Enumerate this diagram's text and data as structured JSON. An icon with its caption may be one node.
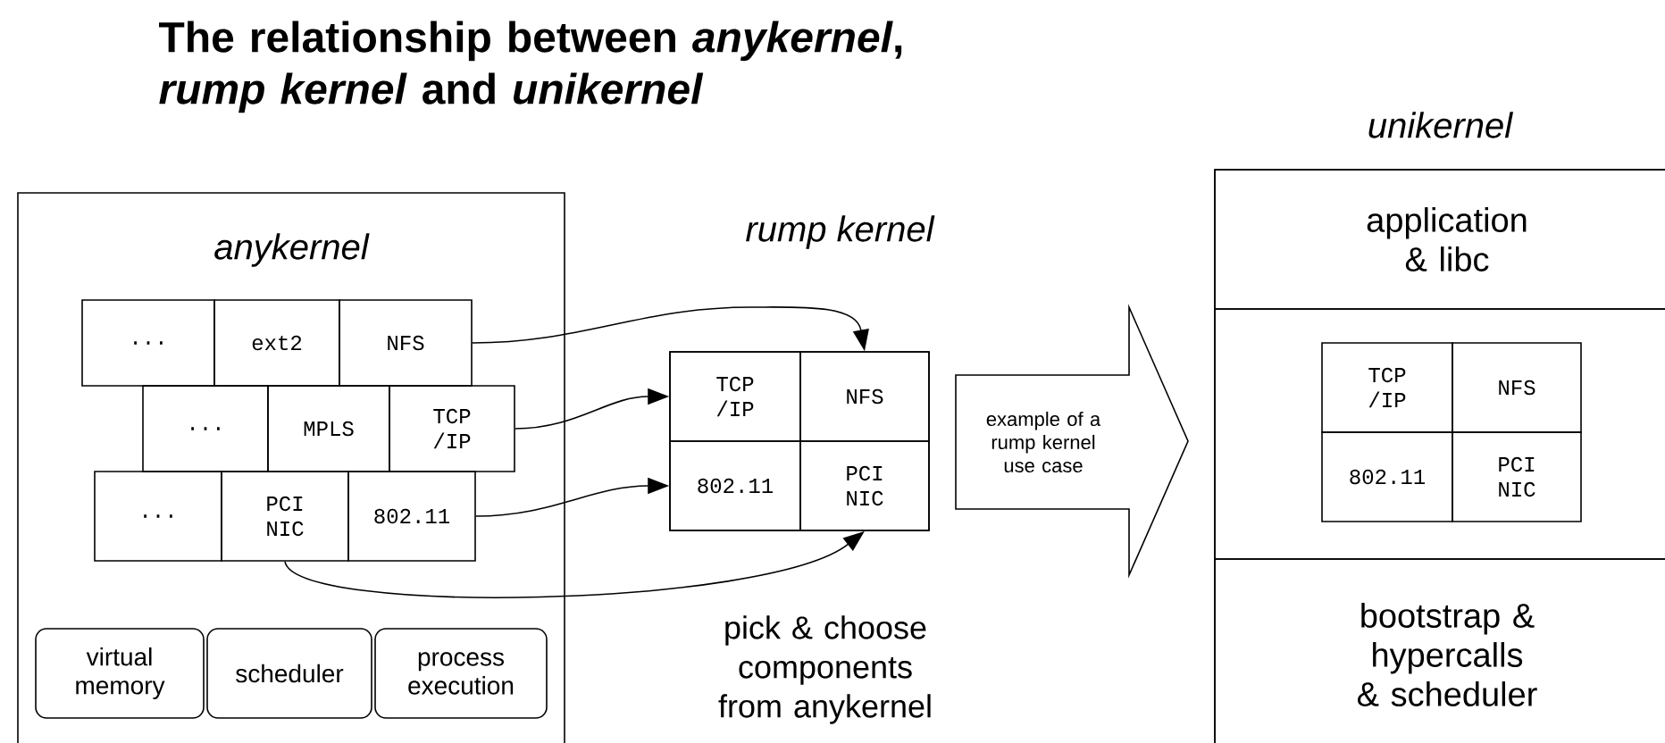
{
  "diagram": {
    "title": "The relationship between *anykernel*, *rump kernel* and *unikernel*",
    "nodes": [
      {
        "text": [
          "anykernel"
        ]
      },
      {
        "text": [
          "..."
        ],
        "in": 0
      },
      {
        "text": [
          "ext2"
        ],
        "in": 0
      },
      {
        "text": [
          "NFS"
        ],
        "in": 0
      },
      {
        "text": [
          "..."
        ],
        "in": 0
      },
      {
        "text": [
          "MPLS"
        ],
        "in": 0
      },
      {
        "text": [
          "TCP /IP"
        ],
        "in": 0
      },
      {
        "text": [
          "..."
        ],
        "in": 0
      },
      {
        "text": [
          "PCI NIC"
        ],
        "in": 0
      },
      {
        "text": [
          "802.11"
        ],
        "in": 0
      },
      {
        "text": [
          "virtual memory"
        ],
        "in": 0
      },
      {
        "text": [
          "scheduler"
        ],
        "in": 0
      },
      {
        "text": [
          "process execution"
        ],
        "in": 0
      },
      {
        "text": [
          "rump kernel"
        ]
      },
      {
        "text": [
          "TCP /IP"
        ],
        "in": 13
      },
      {
        "text": [
          "NFS"
        ],
        "in": 13
      },
      {
        "text": [
          "802.11"
        ],
        "in": 13
      },
      {
        "text": [
          "PCI NIC"
        ],
        "in": 13
      },
      {
        "text": [
          "example of a rump kernel use case"
        ]
      },
      {
        "text": [
          "unikernel"
        ]
      },
      {
        "text": [
          "application & libc"
        ],
        "in": 19
      },
      {
        "text": [],
        "shape": "box",
        "in": 19
      },
      {
        "text": [
          "TCP /IP"
        ],
        "in": 21
      },
      {
        "text": [
          "NFS"
        ],
        "in": 21
      },
      {
        "text": [
          "802.11"
        ],
        "in": 21
      },
      {
        "text": [
          "PCI NIC"
        ],
        "in": 21
      },
      {
        "text": [
          "bootstrap & hypercalls & scheduler"
        ],
        "in": 19
      }
    ],
    "edges": [
      {
        "from": 3,
        "to": 15,
        "arrow": "to"
      },
      {
        "from": 6,
        "to": 14,
        "arrow": "to"
      },
      {
        "from": 9,
        "to": 16,
        "arrow": "to"
      },
      {
        "from": 8,
        "to": 17,
        "arrow": "to"
      }
    ],
    "labels": [
      "pick & choose components from anykernel"
    ]
  }
}
